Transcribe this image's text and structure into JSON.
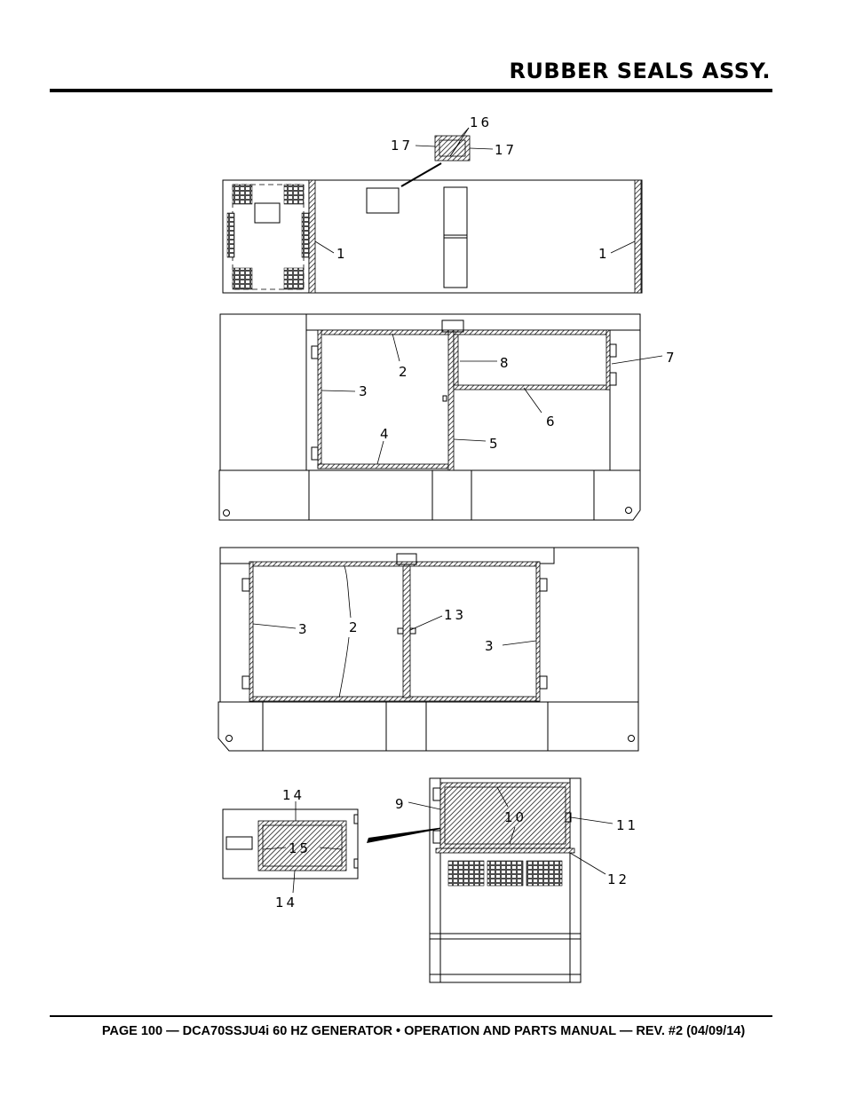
{
  "header": {
    "title": "RUBBER SEALS ASSY."
  },
  "footer": {
    "text": "PAGE 100 — DCA70SSJU4i 60 HZ GENERATOR • OPERATION AND PARTS MANUAL — REV. #2 (04/09/14)"
  },
  "callouts": {
    "c16": "16",
    "c17a": "17",
    "c17b": "17",
    "c1a": "1",
    "c1b": "1",
    "c2a": "2",
    "c8": "8",
    "c7": "7",
    "c3a": "3",
    "c6": "6",
    "c4": "4",
    "c5": "5",
    "c13": "13",
    "c3b": "3",
    "c2b": "2",
    "c3c": "3",
    "c14a": "14",
    "c15": "15",
    "c14b": "14",
    "c9": "9",
    "c10": "10",
    "c11": "11",
    "c12": "12"
  }
}
